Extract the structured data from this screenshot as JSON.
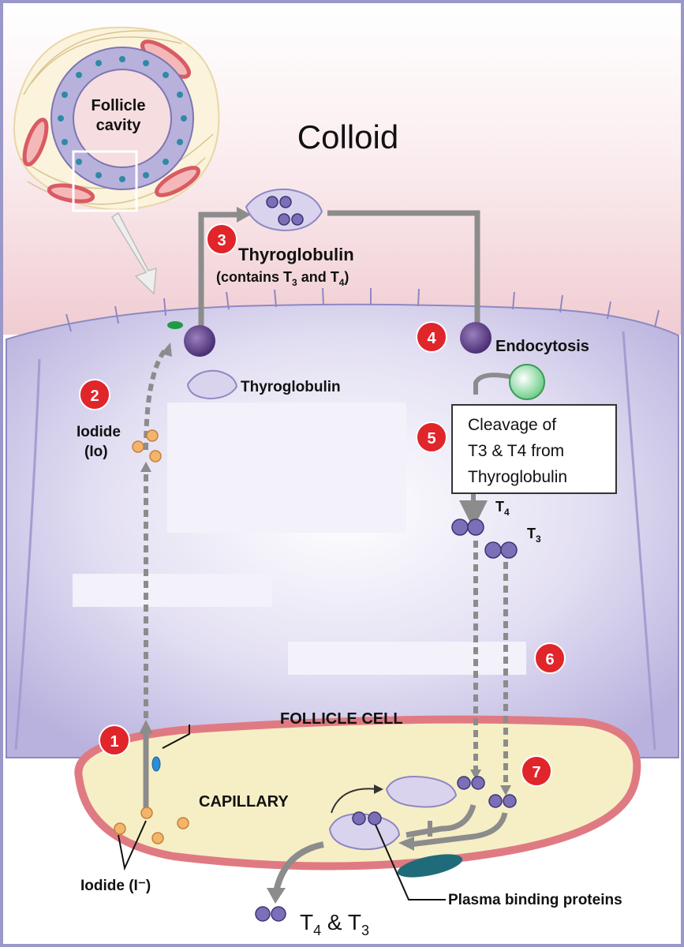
{
  "labels": {
    "follicle_cavity_1": "Follicle",
    "follicle_cavity_2": "cavity",
    "colloid": "Colloid",
    "thyroglobulin_top": "Thyroglobulin",
    "thyroglobulin_contains": "(contains T",
    "thyroglobulin_contains_sub1": "3",
    "thyroglobulin_contains_mid": " and T",
    "thyroglobulin_contains_sub2": "4",
    "thyroglobulin_contains_end": ")",
    "endocytosis": "Endocytosis",
    "thyroglobulin_cell": "Thyroglobulin",
    "iodide_io_1": "Iodide",
    "iodide_io_2": "(Io)",
    "cleavage_1": "Cleavage of",
    "cleavage_2": "T3 & T4 from",
    "cleavage_3": "Thyroglobulin",
    "t4": "T",
    "t4_sub": "4",
    "t3": "T",
    "t3_sub": "3",
    "follicle_cell": "FOLLICLE CELL",
    "capillary": "CAPILLARY",
    "iodide_i": "Iodide (I⁻)",
    "plasma_binding": "Plasma binding proteins",
    "t4_t3_bottom_a": "T",
    "t4_t3_bottom_sub1": "4",
    "t4_t3_bottom_mid": " & T",
    "t4_t3_bottom_sub2": "3"
  },
  "steps": [
    "1",
    "2",
    "3",
    "4",
    "5",
    "6",
    "7"
  ],
  "colors": {
    "cell": "#c9c4e8",
    "cell_edge": "#8f88c2",
    "colloid_pink": "#f2d4d8",
    "capillary_fill": "#f6efc6",
    "capillary_edge": "#e07a82",
    "badge": "#e0252b",
    "arrow": "#8c8c8c"
  }
}
